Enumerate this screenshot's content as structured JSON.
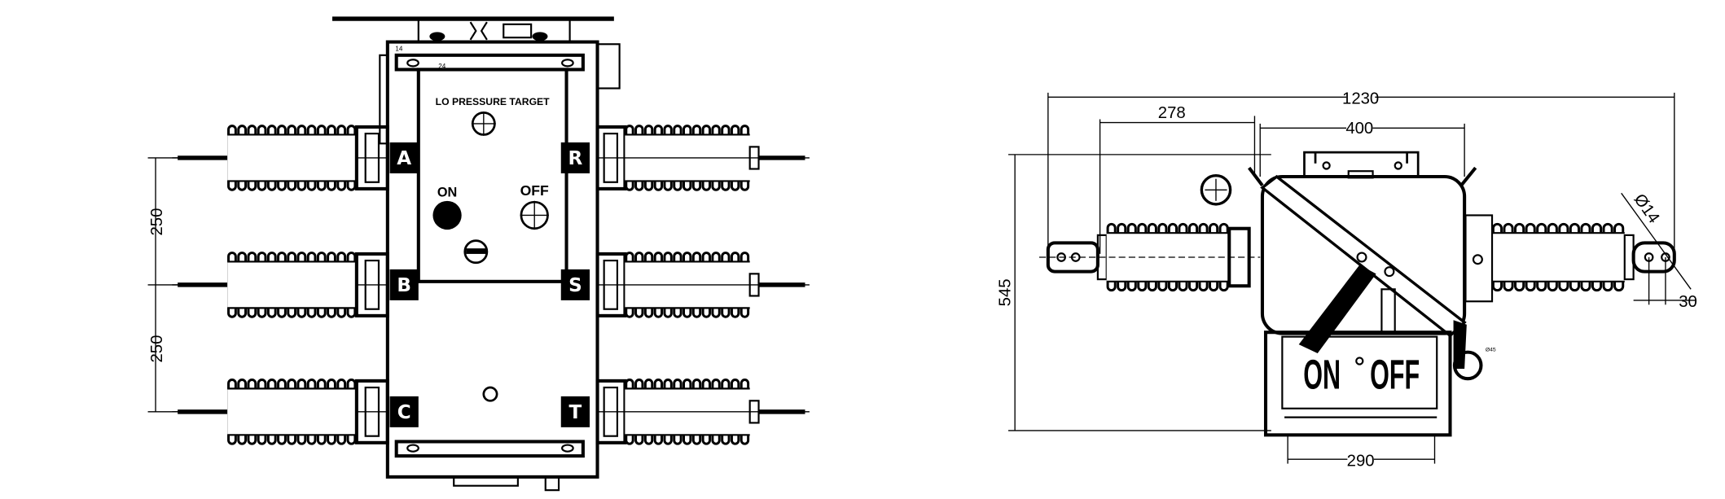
{
  "front_view": {
    "panel_title": "LO PRESSURE TARGET",
    "on_label": "ON",
    "off_label": "OFF",
    "phase_labels": [
      "A",
      "B",
      "C",
      "R",
      "S",
      "T"
    ],
    "small_dims": [
      "14",
      "24"
    ],
    "dimensions": [
      "250",
      "250"
    ]
  },
  "side_view": {
    "dimensions": {
      "overall_width": "1230",
      "insulator_length": "278",
      "tank_width": "400",
      "height": "545",
      "base_width": "290",
      "hole_diameter": "Ø14",
      "hole_spacing": "30",
      "ring_diameter": "Ø45"
    },
    "indicator_on": "ON",
    "indicator_off": "OFF"
  }
}
